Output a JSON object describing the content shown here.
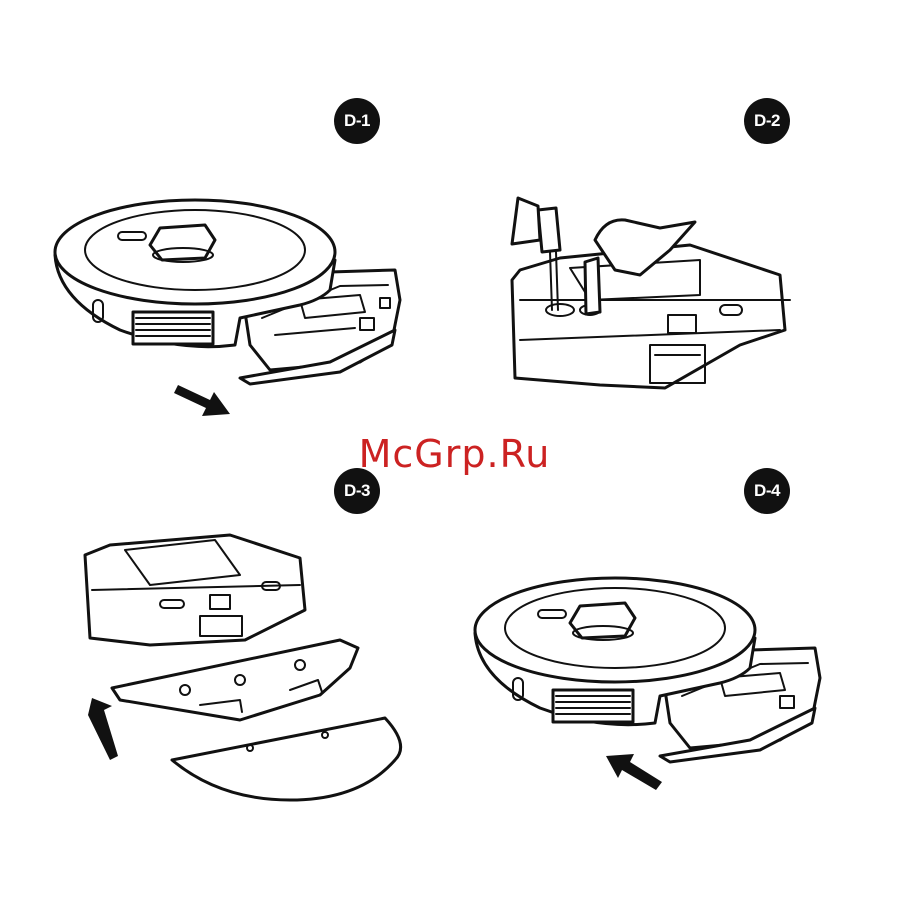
{
  "steps": [
    {
      "label": "D-1"
    },
    {
      "label": "D-2"
    },
    {
      "label": "D-3"
    },
    {
      "label": "D-4"
    }
  ],
  "watermark": "McGrp.Ru",
  "colors": {
    "ink": "#111111",
    "watermark": "#cc2222",
    "background": "#ffffff"
  }
}
